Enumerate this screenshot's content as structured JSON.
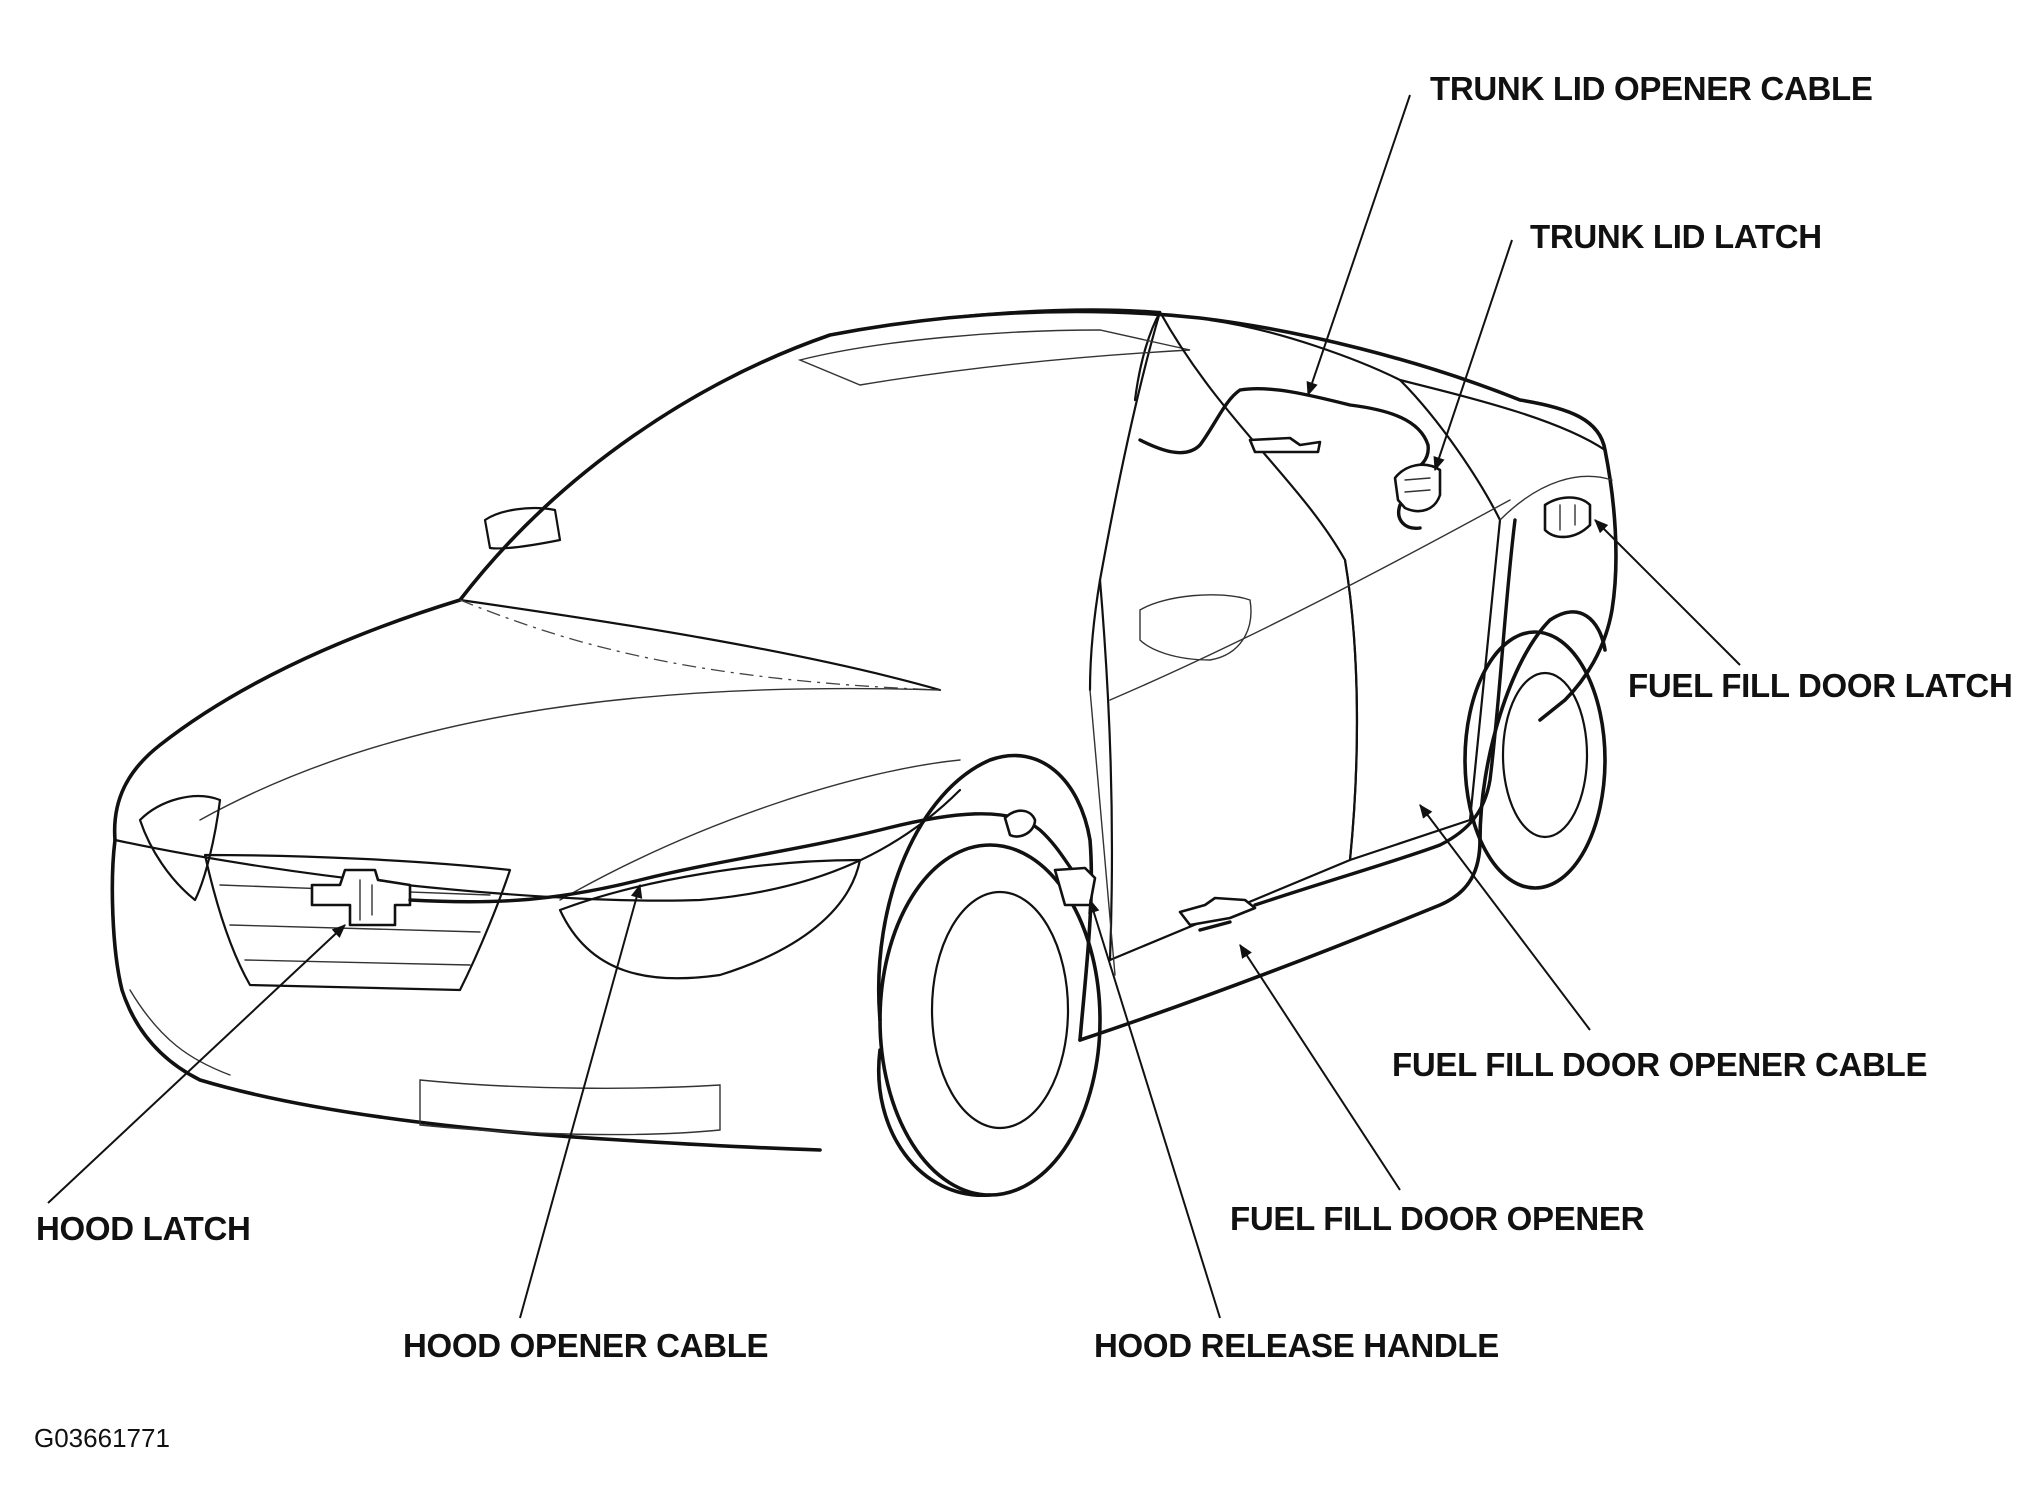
{
  "diagram": {
    "labels": {
      "trunk_lid_opener_cable": "TRUNK LID OPENER CABLE",
      "trunk_lid_latch": "TRUNK LID LATCH",
      "fuel_fill_door_latch": "FUEL FILL DOOR LATCH",
      "fuel_fill_door_opener_cable": "FUEL FILL DOOR OPENER CABLE",
      "fuel_fill_door_opener": "FUEL FILL DOOR OPENER",
      "hood_release_handle": "HOOD RELEASE HANDLE",
      "hood_opener_cable": "HOOD OPENER CABLE",
      "hood_latch": "HOOD LATCH"
    },
    "figure_id": "G03661771"
  }
}
